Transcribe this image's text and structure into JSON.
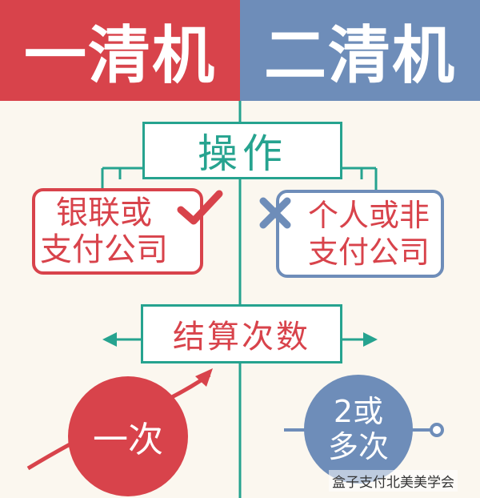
{
  "header": {
    "left_title": "一清机",
    "right_title": "二清机",
    "left_color": "#d8434b",
    "right_color": "#6e8db9"
  },
  "operation": {
    "label": "操作",
    "left_option_line1": "银联或",
    "left_option_line2": "支付公司",
    "left_mark": "check-icon",
    "right_option_line1": "个人或非",
    "right_option_line2": "支付公司",
    "right_mark": "cross-icon"
  },
  "settlement": {
    "label": "结算次数",
    "left_value": "一次",
    "right_value_line1": "2或",
    "right_value_line2": "多次"
  },
  "watermark": "盒子支付北美美学会",
  "colors": {
    "red": "#d8434b",
    "blue": "#6e8db9",
    "teal": "#26a38f"
  }
}
